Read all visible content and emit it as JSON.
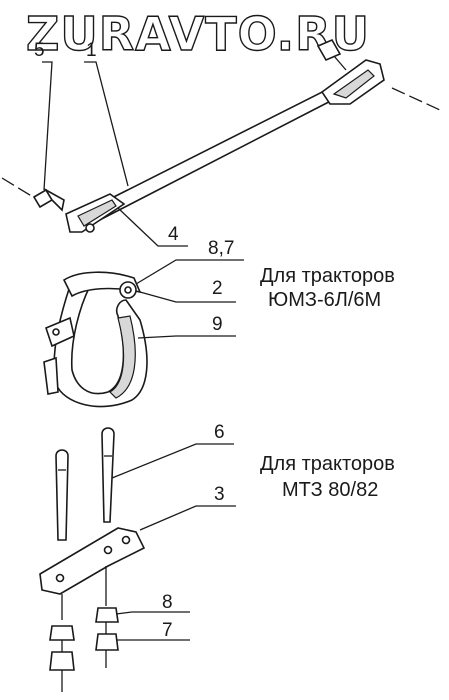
{
  "watermark": "ZURAVTO.RU",
  "callouts": {
    "c1": "1",
    "c2": "2",
    "c3": "3",
    "c4": "4",
    "c5": "5",
    "c6": "6",
    "c7": "7",
    "c8": "8",
    "c9": "9",
    "c87": "8,7"
  },
  "captions": {
    "umz_line1": "Для тракторов",
    "umz_line2": "ЮМЗ-6Л/6М",
    "mtz_line1": "Для тракторов",
    "mtz_line2": "МТЗ 80/82"
  },
  "colors": {
    "ink": "#1a1a1a",
    "paper": "#ffffff"
  }
}
